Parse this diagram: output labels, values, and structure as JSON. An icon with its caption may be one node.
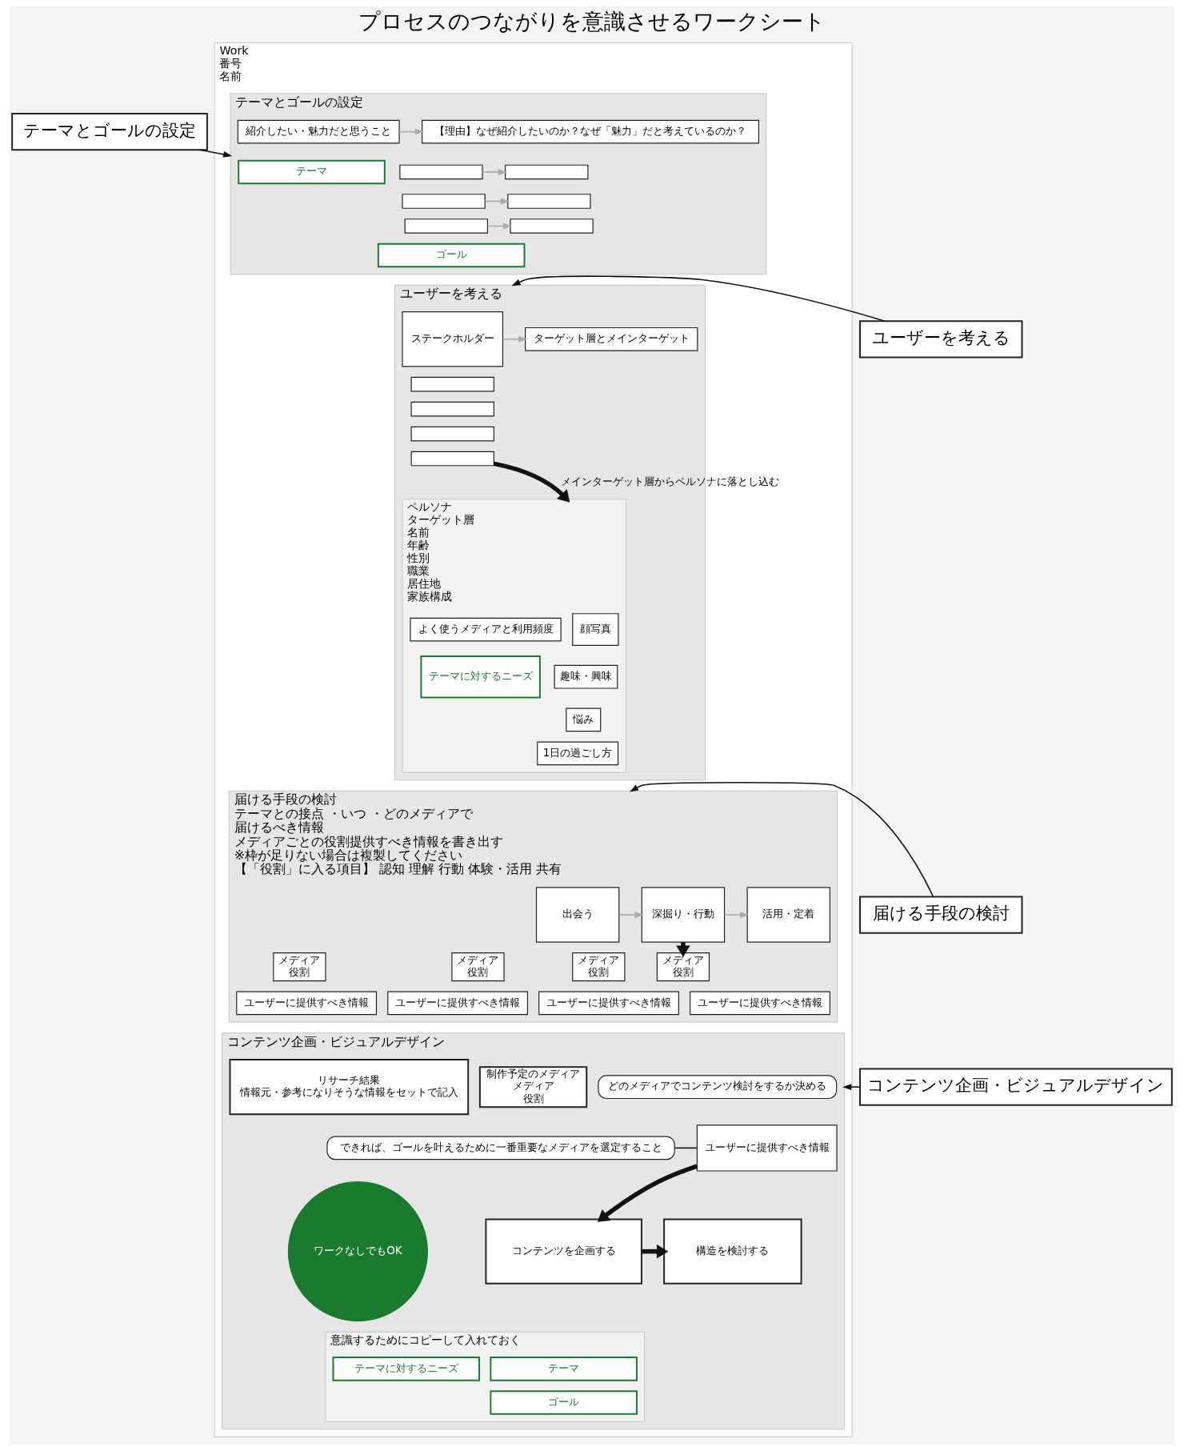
{
  "diagram": {
    "title": "プロセスのつながりを意識させるワークシート",
    "nodes": [
      {
        "text": [
          "テーマとゴールの設定"
        ]
      },
      {
        "text": [
          "ユーザーを考える"
        ]
      },
      {
        "text": [
          "届ける手段の検討"
        ]
      },
      {
        "text": [
          "コンテンツ企画・ビジュアルデザイン"
        ]
      },
      {
        "text": [
          "Work",
          "番号",
          "名前"
        ]
      },
      {
        "text": [
          "テーマとゴールの設定"
        ],
        "in": 4
      },
      {
        "text": [
          "テーマ"
        ],
        "in": 5
      },
      {
        "text": [
          "紹介したい・魅力だと思うこと"
        ],
        "in": 5
      },
      {
        "text": [
          "【理由】なぜ紹介したいのか？なぜ「魅力」だと考えているのか？"
        ],
        "in": 5
      },
      {
        "text": [],
        "shape": "box",
        "in": 5
      },
      {
        "text": [],
        "shape": "box",
        "in": 5
      },
      {
        "text": [],
        "shape": "box",
        "in": 5
      },
      {
        "text": [],
        "shape": "box",
        "in": 5
      },
      {
        "text": [],
        "shape": "box",
        "in": 5
      },
      {
        "text": [],
        "shape": "box",
        "in": 5
      },
      {
        "text": [
          "ゴール"
        ],
        "in": 5
      },
      {
        "text": [
          "ユーザーを考える"
        ],
        "in": 4
      },
      {
        "text": [
          "ステークホルダー"
        ],
        "in": 16
      },
      {
        "text": [
          "ターゲット層とメインターゲット"
        ],
        "in": 16
      },
      {
        "text": [],
        "shape": "box",
        "in": 16
      },
      {
        "text": [],
        "shape": "box",
        "in": 16
      },
      {
        "text": [],
        "shape": "box",
        "in": 16
      },
      {
        "text": [],
        "shape": "box",
        "in": 16
      },
      {
        "text": [
          "ペルソナ",
          "ターゲット層",
          "名前",
          "年齢",
          "性別",
          "職業",
          "居住地",
          "家族構成"
        ],
        "in": 16
      },
      {
        "text": [
          "顔写真"
        ],
        "in": 23
      },
      {
        "text": [
          "趣味・興味"
        ],
        "in": 23
      },
      {
        "text": [
          "悩み"
        ],
        "in": 23
      },
      {
        "text": [
          "1日の過ごし方"
        ],
        "in": 23
      },
      {
        "text": [
          "よく使うメディアと利用頻度"
        ],
        "in": 23
      },
      {
        "text": [
          "テーマに対するニーズ"
        ],
        "in": 23
      },
      {
        "text": [
          "届ける手段の検討",
          "テーマとの接点 ・いつ ・どのメディアで",
          "届けるべき情報",
          "メディアごとの役割提供すべき情報を書き出す",
          "※枠が足りない場合は複製してください",
          "【「役割」に入る項目】 認知 理解 行動 体験・活用 共有"
        ],
        "in": 4
      },
      {
        "text": [
          "出会う"
        ],
        "in": 30
      },
      {
        "text": [
          "深掘り・行動"
        ],
        "in": 30
      },
      {
        "text": [
          "活用・定着"
        ],
        "in": 30
      },
      {
        "text": [
          "メディア",
          "役割"
        ],
        "in": 30
      },
      {
        "text": [
          "メディア",
          "役割"
        ],
        "in": 30
      },
      {
        "text": [
          "メディア",
          "役割"
        ],
        "in": 30
      },
      {
        "text": [
          "メディア",
          "役割"
        ],
        "in": 30
      },
      {
        "text": [
          "ユーザーに提供すべき情報"
        ],
        "in": 30
      },
      {
        "text": [
          "ユーザーに提供すべき情報"
        ],
        "in": 30
      },
      {
        "text": [
          "ユーザーに提供すべき情報"
        ],
        "in": 30
      },
      {
        "text": [
          "ユーザーに提供すべき情報"
        ],
        "in": 30
      },
      {
        "text": [
          "コンテンツ企画・ビジュアルデザイン"
        ],
        "in": 4
      },
      {
        "text": [
          "どのメディアでコンテンツ検討をするか決める"
        ],
        "in": 42
      },
      {
        "text": [
          "できれば、ゴールを叶えるために一番重要なメディアを選定すること"
        ],
        "in": 42
      },
      {
        "text": [
          "制作予定のメディア",
          "メディア",
          "役割"
        ],
        "in": 42
      },
      {
        "text": [
          "ユーザーに提供すべき情報"
        ],
        "in": 42
      },
      {
        "text": [
          "リサーチ結果",
          "情報元・参考になりそうな情報をセットで記入"
        ],
        "in": 42
      },
      {
        "text": [
          "コンテンツを企画する"
        ],
        "in": 42
      },
      {
        "text": [
          "構造を検討する"
        ],
        "in": 42
      },
      {
        "text": [
          "ワークなしでもOK"
        ],
        "in": 42
      },
      {
        "text": [
          "意識するためにコピーして入れておく"
        ],
        "in": 42
      },
      {
        "text": [
          "テーマ"
        ],
        "in": 51
      },
      {
        "text": [
          "ゴール"
        ],
        "in": 51
      },
      {
        "text": [
          "テーマに対するニーズ"
        ],
        "in": 51
      }
    ],
    "edges": [
      {
        "from": 0,
        "to": 5,
        "arrow": "to"
      },
      {
        "from": 1,
        "to": 16,
        "arrow": "to"
      },
      {
        "from": 2,
        "to": 30,
        "arrow": "to"
      },
      {
        "from": 3,
        "to": 42,
        "arrow": "to"
      },
      {
        "from": 7,
        "to": 8,
        "arrow": "to",
        "color": "#aaaaaa"
      },
      {
        "from": 9,
        "to": 12,
        "arrow": "to",
        "color": "#aaaaaa"
      },
      {
        "from": 10,
        "to": 13,
        "arrow": "to",
        "color": "#aaaaaa"
      },
      {
        "from": 11,
        "to": 14,
        "arrow": "to",
        "color": "#aaaaaa"
      },
      {
        "from": 17,
        "to": 18,
        "arrow": "to",
        "color": "#aaaaaa"
      },
      {
        "from": 22,
        "to": 23,
        "arrow": "to",
        "label": "メインターゲット層からペルソナに落とし込む",
        "style": "thick"
      },
      {
        "from": 31,
        "to": 32,
        "arrow": "to",
        "color": "#aaaaaa"
      },
      {
        "from": 32,
        "to": 33,
        "arrow": "to",
        "color": "#aaaaaa"
      },
      {
        "from": 32,
        "to": 35,
        "arrow": "to",
        "style": "thick"
      },
      {
        "from": 44,
        "to": 46,
        "arrow": "none"
      },
      {
        "from": 46,
        "to": 48,
        "arrow": "to",
        "style": "thick"
      },
      {
        "from": 48,
        "to": 49,
        "arrow": "to",
        "style": "thick"
      }
    ]
  }
}
